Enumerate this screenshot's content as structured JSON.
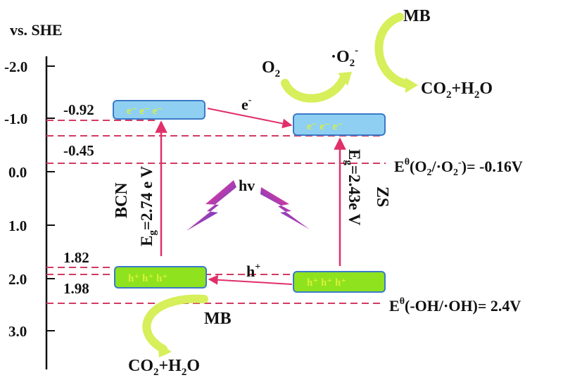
{
  "axis": {
    "title": "vs. SHE",
    "ticks": [
      "-2.0",
      "-1.0",
      "0.0",
      "1.0",
      "2.0",
      "3.0"
    ]
  },
  "levels": {
    "bcn_cb": "-0.92",
    "zs_cb": "-0.45",
    "bcn_vb": "1.82",
    "zs_vb": "1.98"
  },
  "materials": {
    "bcn": "BCN",
    "zs": "ZS"
  },
  "band_gaps": {
    "bcn_prefix": "E",
    "bcn_sub": "g",
    "bcn_value": "=2.74 e V",
    "zs_prefix": "E",
    "zs_sub": "g",
    "zs_value": "=2.43e V"
  },
  "carriers": {
    "electron_band": "e⁻ e⁻ e⁻",
    "hole_band": "h⁺ h⁺ h⁺",
    "electron_transfer": "e",
    "electron_sign": "-",
    "hole_transfer": "h",
    "hole_sign": "+"
  },
  "light": "hv",
  "reactions": {
    "o2_main": "O",
    "o2_sub": "2",
    "superoxide_main": "·O",
    "superoxide_sub": "2",
    "superoxide_sup": "-",
    "mb_top": "MB",
    "co2_top_a": "CO",
    "co2_top_sub": "2",
    "co2_top_b": "+H",
    "h2o_top_sub": "2",
    "h2o_top_c": "O",
    "mb_bottom": "MB",
    "co2_bottom_a": "CO",
    "co2_bottom_sub": "2",
    "co2_bottom_b": "+H",
    "h2o_bottom_sub": "2",
    "h2o_bottom_c": "O"
  },
  "potentials": {
    "o2_a": "E",
    "o2_sup": "θ",
    "o2_b": "(O",
    "o2_sub1": "2",
    "o2_c": "/·O",
    "o2_sub2": "2",
    "o2_sup2": "-",
    "o2_d": ")= -0.16V",
    "oh_a": "E",
    "oh_sup": "θ",
    "oh_b": "(-OH/·OH)= 2.4V"
  },
  "colors": {
    "dashed_line": "#d33a62",
    "arrow": "#e0306a",
    "conduction_band": "#8fd0f2",
    "valence_band": "#8ee21e",
    "band_border": "#3a7ac8",
    "curve_arrow": "#d6ef5a"
  }
}
